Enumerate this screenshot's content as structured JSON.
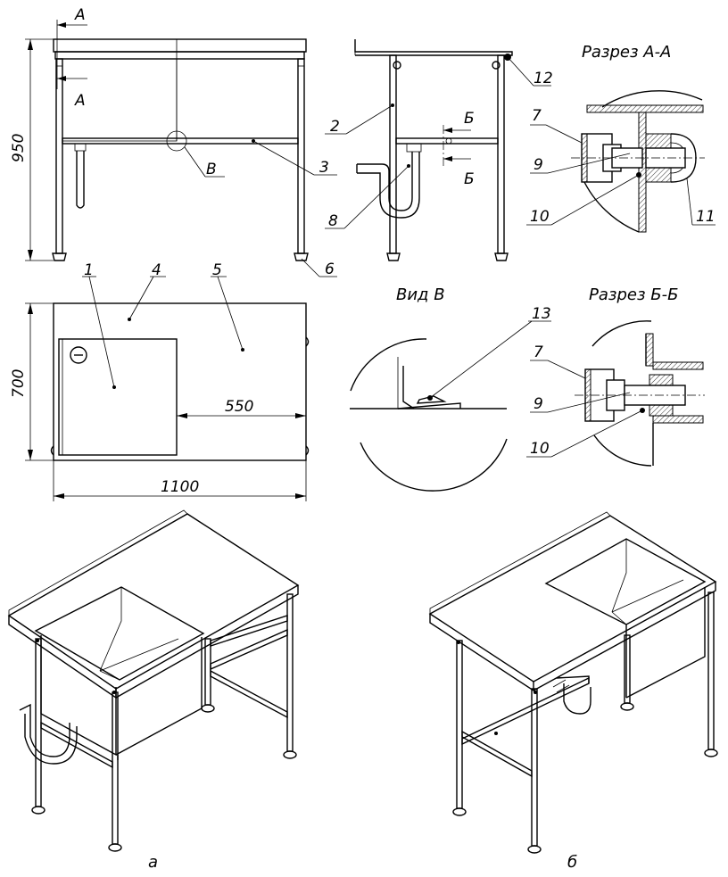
{
  "sections": {
    "section_aa": "Разрез А-А",
    "section_bb": "Разрез Б-Б",
    "view_v": "Вид В"
  },
  "dimensions": {
    "height": "950",
    "depth": "700",
    "length": "1100",
    "offset": "550"
  },
  "cut_marks": {
    "a": "А",
    "b": "Б",
    "v": "В"
  },
  "callouts": [
    "1",
    "2",
    "3",
    "4",
    "5",
    "6",
    "7",
    "8",
    "9",
    "10",
    "11",
    "12",
    "13"
  ],
  "variants": {
    "a": "а",
    "b": "б"
  }
}
